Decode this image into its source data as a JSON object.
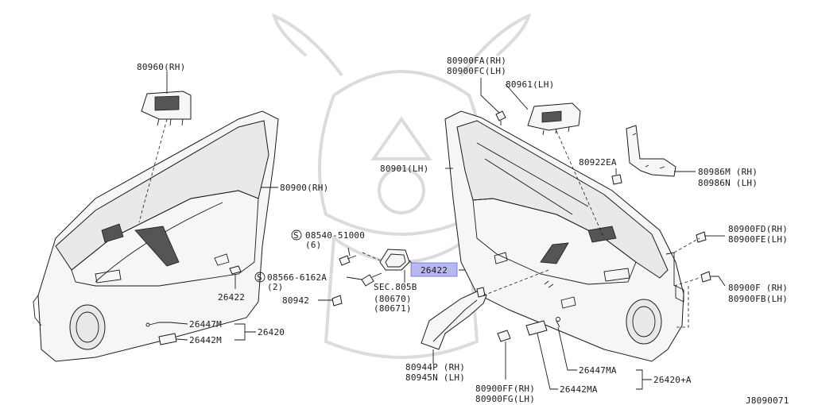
{
  "diagram": {
    "labels": {
      "l80960": "80960(RH)",
      "l80900": "80900(RH)",
      "l08540": "08540-51000",
      "l08540q": "(6)",
      "l08566": "08566-6162A",
      "l08566q": "(2)",
      "l80942": "80942",
      "l26422_left": "26422",
      "l26447M": "26447M",
      "l26442M": "26442M",
      "l26420": "26420",
      "lsec": "SEC.805B",
      "lsec1": "(80670)",
      "lsec2": "(80671)",
      "l26422_hl": "26422",
      "l80900FA": "80900FA(RH)",
      "l80900FC": "80900FC(LH)",
      "l80961": "80961(LH)",
      "l80901": "80901(LH)",
      "l80922EA": "80922EA",
      "l80986M": "80986M (RH)",
      "l80986N": "80986N (LH)",
      "l80900FD": "80900FD(RH)",
      "l80900FE": "80900FE(LH)",
      "l80900F": "80900F (RH)",
      "l80900FB": "80900FB(LH)",
      "l80944P": "80944P (RH)",
      "l80945N": "80945N (LH)",
      "l80900FF": "80900FF(RH)",
      "l80900FG": "80900FG(LH)",
      "l26447MA": "26447MA",
      "l26442MA": "26442MA",
      "l26420A": "26420+A",
      "diagram_code": "J8090071"
    },
    "screw_symbol": "S",
    "highlight_color": "#b8b8f0"
  }
}
